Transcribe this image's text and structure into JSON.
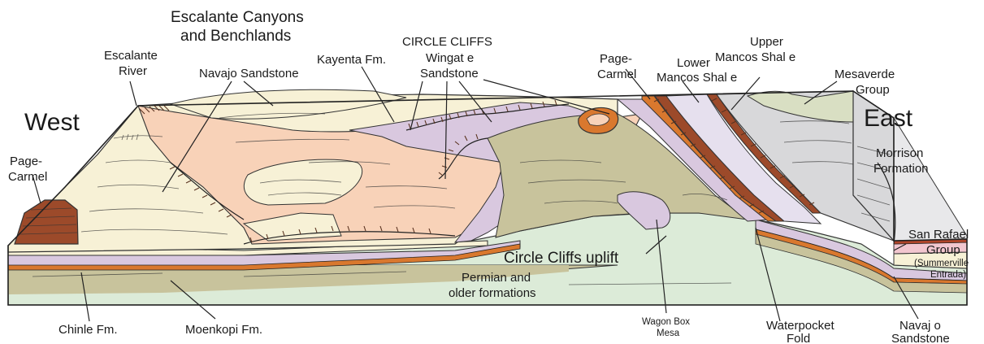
{
  "labels": {
    "west": "West",
    "east": "East",
    "escalante_canyons_1": "Escalante  Canyons",
    "escalante_canyons_2": "and  Benchlands",
    "escalante_river_1": "Escalante",
    "escalante_river_2": "River",
    "navajo_sandstone_top": "Navajo  Sandstone",
    "kayenta": "Kayenta  Fm.",
    "circle_cliffs_1": "CIRCLE    CLIFFS",
    "circle_cliffs_2": "Wingat e",
    "circle_cliffs_3": "Sandstone",
    "page_carmel_left_1": "Page-",
    "page_carmel_left_2": "Carmel",
    "page_carmel_right_1": "Page-",
    "page_carmel_right_2": "Carmel",
    "lower_mancos_1": "Lower",
    "lower_mancos_2": "Mancos  Shal e",
    "upper_mancos_1": "Upper",
    "upper_mancos_2": "Mancos  Shal e",
    "mesaverde_1": "Mesaverde",
    "mesaverde_2": "Group",
    "morrison_1": "Morrison",
    "morrison_2": "Formation",
    "san_rafael_1": "San  Rafael",
    "san_rafael_2": "Group",
    "san_rafael_3": "(Summerville",
    "san_rafael_4": "Entrada)",
    "circle_cliffs_uplift": "Circle  Cliffs  uplift",
    "permian_1": "Permian  and",
    "permian_2": "older formations",
    "chinle": "Chinle  Fm.",
    "moenkopi": "Moenkopi  Fm.",
    "wagon_box_1": "Wagon Box",
    "wagon_box_2": "Mesa",
    "waterpocket_1": "Waterpocket",
    "waterpocket_2": "Fold",
    "navajo_bottom_1": "Navaj o",
    "navajo_bottom_2": "Sandstone"
  },
  "colors": {
    "navajo": "#f7f1d6",
    "kayenta": "#f8d2b8",
    "wingate": "#f0a877",
    "chinle": "#d9c8df",
    "moenkopi": "#c8c39c",
    "permian": "#dcebd8",
    "page_carmel": "#9c4a2a",
    "mancos_upper": "#d8d8da",
    "mesaverde": "#d9dfc3",
    "orange_band": "#d9782e"
  }
}
